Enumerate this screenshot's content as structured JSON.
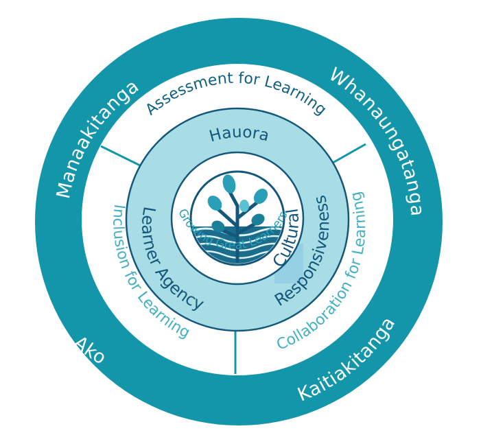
{
  "outer_ring": {
    "labels": [
      "Manaakitanga",
      "Whanaungatanga",
      "Ako",
      "Kaitiakitanga"
    ]
  },
  "middle_ring": {
    "labels": [
      "Assessment for Learning",
      "Inclusion for Learning",
      "Collaboration for Learning"
    ]
  },
  "inner_ring": {
    "top": "Hauora",
    "left": "Learner Agency",
    "right_line1": "Cultural",
    "right_line2": "Responsiveness"
  },
  "center": {
    "label": "Growing Great Learners",
    "logo": "tree-icon"
  },
  "colors": {
    "outer_teal": "#1396a9",
    "middle_ring": "#ffffff",
    "inner_ring": "#a9dde6",
    "dark_blue": "#13577a",
    "light_teal": "#45b0c4"
  }
}
